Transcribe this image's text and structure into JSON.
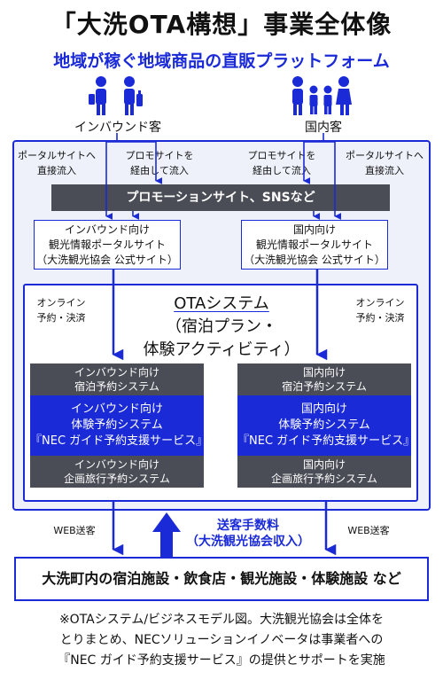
{
  "header": {
    "title": "「大洗OTA構想」事業全体像",
    "subtitle": "地域が稼ぐ地域商品の直販プラットフォーム"
  },
  "visitors": {
    "inbound_label": "インバウンド客",
    "domestic_label": "国内客"
  },
  "flows": {
    "left_portal_direct": [
      "ポータルサイトへ",
      "直接流入"
    ],
    "left_via_promo": [
      "プロモサイトを",
      "経由して流入"
    ],
    "right_via_promo": [
      "プロモサイトを",
      "経由して流入"
    ],
    "right_portal_direct": [
      "ポータルサイトへ",
      "直接流入"
    ]
  },
  "promo_bar": "プロモーションサイト、SNSなど",
  "portals": {
    "inbound": [
      "インバウンド向け",
      "観光情報ポータルサイト",
      "（大洗観光協会 公式サイト）"
    ],
    "domestic": [
      "国内向け",
      "観光情報ポータルサイト",
      "（大洗観光協会 公式サイト）"
    ]
  },
  "ota": {
    "title_line1": "OTAシステム",
    "title_line2": "（宿泊プラン・",
    "title_line3": "体験アクティビティ）",
    "left_online": [
      "オンライン",
      "予約・決済"
    ],
    "right_online": [
      "オンライン",
      "予約・決済"
    ]
  },
  "systems": {
    "inbound": {
      "lodging": [
        "インバウンド向け",
        "宿泊予約システム"
      ],
      "experience": [
        "インバウンド向け",
        "体験予約システム",
        "『NEC ガイド予約支援サービス』"
      ],
      "tour": [
        "インバウンド向け",
        "企画旅行予約システム"
      ]
    },
    "domestic": {
      "lodging": [
        "国内向け",
        "宿泊予約システム"
      ],
      "experience": [
        "国内向け",
        "体験予約システム",
        "『NEC ガイド予約支援サービス』"
      ],
      "tour": [
        "国内向け",
        "企画旅行予約システム"
      ]
    }
  },
  "bottom": {
    "web_left": "WEB送客",
    "web_right": "WEB送客",
    "fee_line1": "送客手数料",
    "fee_line2": "（大洗観光協会収入）",
    "facilities": "大洗町内の宿泊施設・飲食店・観光施設・体験施設 など"
  },
  "note": [
    "※OTAシステム/ビジネスモデル図。大洗観光協会は全体を",
    "とりまとめ、NECソリューションイノベータは事業者への",
    "『NEC ガイド予約支援サービス』の提供とサポートを実施"
  ],
  "colors": {
    "accent_blue": "#1a2ad6",
    "dark_gray": "#4a4d56",
    "frame_fill": "#eef1fa"
  }
}
